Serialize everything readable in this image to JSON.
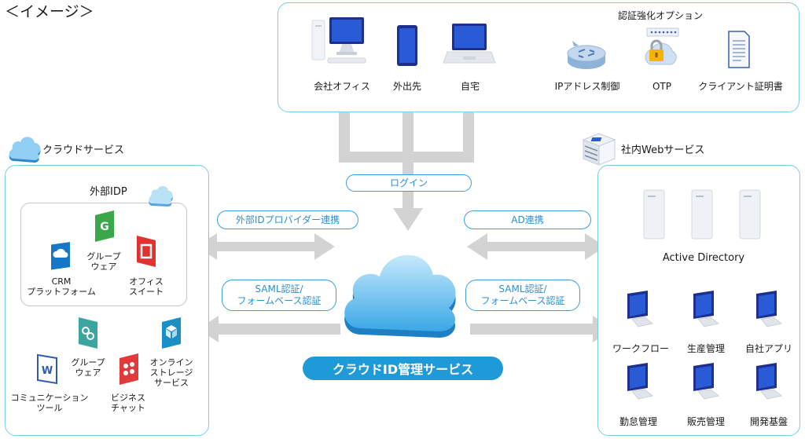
{
  "title": "＜イメージ＞",
  "access": {
    "locations": [
      "会社オフィス",
      "外出先",
      "自宅"
    ],
    "options_title": "認証強化オプション",
    "options": [
      "IPアドレス制御",
      "OTP",
      "クライアント証明書"
    ]
  },
  "cloud_services": {
    "title": "クラウドサービス",
    "external_idp": {
      "title": "外部IDP",
      "apps": [
        "CRM\nプラットフォーム",
        "グループ\nウェア",
        "オフィス\nスイート"
      ]
    },
    "other_apps": [
      "コミュニケーション\nツール",
      "グループ\nウェア",
      "ビジネス\nチャット",
      "オンライン\nストレージ\nサービス"
    ]
  },
  "center": {
    "login": "ログイン",
    "left_top": "外部IDプロバイダー連携",
    "left_bottom": "SAML認証/\nフォームベース認証",
    "right_top": "AD連携",
    "right_bottom": "SAML認証/\nフォームベース認証",
    "service_name": "クラウドID管理サービス"
  },
  "internal_web": {
    "title": "社内Webサービス",
    "ad_label": "Active Directory",
    "apps": [
      "ワークフロー",
      "生産管理",
      "自社アプリ",
      "勤怠管理",
      "販売管理",
      "開発基盤"
    ]
  },
  "colors": {
    "accent": "#2f8fcf",
    "panel_border": "#7ccbe8",
    "arrow": "#d3d3d3",
    "badge": "#1e9ad8"
  }
}
